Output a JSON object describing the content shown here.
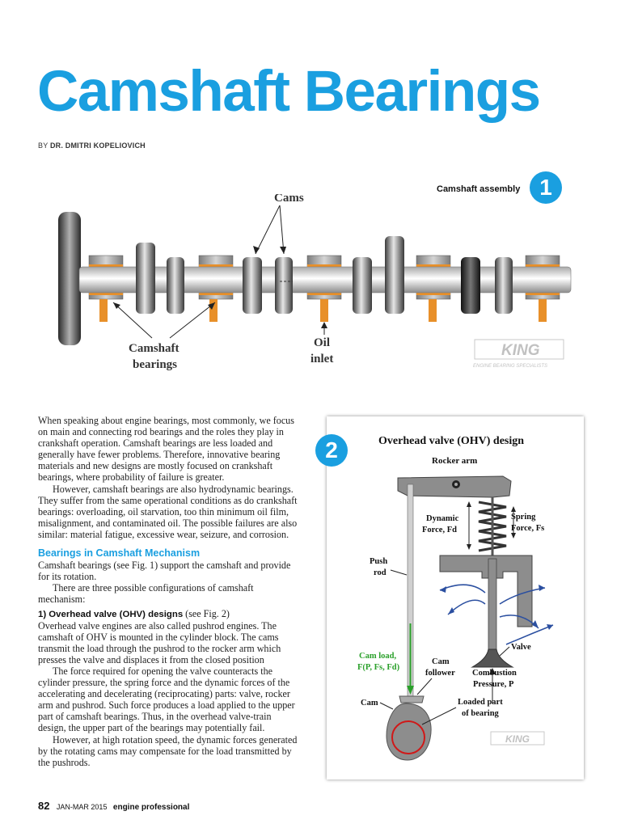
{
  "article": {
    "title": "Camshaft Bearings",
    "byline_prefix": "BY",
    "byline_author": "DR. DMITRI KOPELIOVICH"
  },
  "figure1": {
    "number": "1",
    "caption": "Camshaft assembly",
    "label_cams": "Cams",
    "label_camshaft": "Camshaft",
    "label_bearings": "bearings",
    "label_oil": "Oil",
    "label_inlet": "inlet",
    "logo_text": "KING",
    "logo_tagline": "ENGINE BEARING SPECIALISTS"
  },
  "body": {
    "p1": "When speaking about engine bearings, most commonly, we focus on main and connecting rod bearings and the roles they play in crankshaft operation. Camshaft bearings are less loaded and generally have fewer problems. Therefore, innovative bearing materials and new designs are mostly focused on crankshaft bearings, where probability of failure is greater.",
    "p2": "However, camshaft bearings are also hydrodynamic bearings. They suffer from the same operational conditions as do crankshaft bearings: overloading, oil starvation, too thin minimum oil film, misalignment, and contaminated oil. The possible failures are also similar: material fatigue, excessive wear, seizure, and corrosion.",
    "section_heading": "Bearings in Camshaft Mechanism",
    "p3": "Camshaft bearings (see Fig. 1) support the camshaft and provide for its rotation.",
    "p4": "There are three possible configurations of camshaft mechanism:",
    "subhead": "1) Overhead valve (OHV) designs",
    "subhead_ref": " (see Fig. 2)",
    "p5": "Overhead valve engines are also called pushrod engines. The camshaft of OHV is mounted in the cylinder block. The cams transmit the load through the pushrod to the rocker arm which presses the valve and displaces it from the closed position",
    "p6": "The force required for opening the valve counteracts the cylinder pressure, the spring force and the dynamic forces of the accelerating and decelerating (reciprocating) parts: valve, rocker arm and pushrod. Such force produces a load applied to the upper part of camshaft bearings. Thus, in the overhead valve-train design, the upper part of the bearings may potentially fail.",
    "p7": "However, at high rotation speed, the dynamic forces generated by the rotating cams may compensate for the load transmitted by the pushrods."
  },
  "figure2": {
    "number": "2",
    "title": "Overhead valve (OHV)  design",
    "rocker_arm": "Rocker arm",
    "dynamic_force_1": "Dynamic",
    "dynamic_force_2": "Force, Fd",
    "spring_force_1": "Spring",
    "spring_force_2": "Force, Fs",
    "push_rod_1": "Push",
    "push_rod_2": "rod",
    "valve": "Valve",
    "cam_load_1": "Cam load,",
    "cam_load_2": "F(P, Fs, Fd)",
    "cam_follower_1": "Cam",
    "cam_follower_2": "follower",
    "combustion_1": "Combustion",
    "combustion_2": "Pressure, P",
    "cam": "Cam",
    "loaded_part_1": "Loaded part",
    "loaded_part_2": "of bearing",
    "logo_text": "KING"
  },
  "footer": {
    "page_number": "82",
    "issue": "JAN-MAR 2015",
    "magazine": "engine professional"
  }
}
